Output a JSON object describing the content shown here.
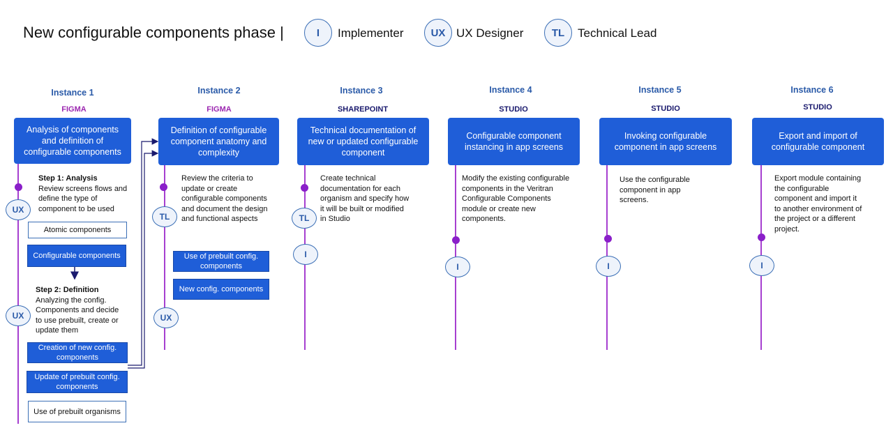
{
  "title": "New configurable components phase |",
  "legend": [
    {
      "abbr": "I",
      "label": "Implementer"
    },
    {
      "abbr": "UX",
      "label": "UX Designer"
    },
    {
      "abbr": "TL",
      "label": "Technical Lead"
    }
  ],
  "instances": [
    {
      "title": "Instance 1",
      "tool": "FIGMA",
      "box": "Analysis of components and definition of configurable components",
      "step1_title": "Step 1: Analysis",
      "step1_text": "Review screens flows and define the type of component to be used",
      "opt_atomic": "Atomic components",
      "opt_configurable": "Configurable components",
      "step2_title": "Step  2: Definition",
      "step2_text": "Analyzing the config. Components and decide to use prebuilt, create or update them",
      "opt_creation": "Creation of new config. components",
      "opt_update": "Update of prebuilt config. components",
      "opt_prebuilt_org": "Use of prebuilt  organisms",
      "roles": [
        "UX",
        "UX"
      ]
    },
    {
      "title": "Instance 2",
      "tool": "FIGMA",
      "box": "Definition of configurable component  anatomy and complexity",
      "text": "Review the criteria to update or create configurable components and document the design and functional aspects",
      "opt_prebuilt": "Use of prebuilt  config. components",
      "opt_new": "New config. components",
      "roles": [
        "TL",
        "UX"
      ]
    },
    {
      "title": "Instance 3",
      "tool": "SHAREPOINT",
      "box": "Technical documentation of new or updated configurable component",
      "text": "Create technical documentation for each organism and specify how it will be built or modified in Studio",
      "roles": [
        "TL",
        "I"
      ]
    },
    {
      "title": "Instance 4",
      "tool": "STUDIO",
      "box": "Configurable component instancing  in app screens",
      "text": "Modify the existing configurable components in the Veritran Configurable Components module or create new components.",
      "roles": [
        "I"
      ]
    },
    {
      "title": "Instance 5",
      "tool": "STUDIO",
      "box": "Invoking configurable component in app screens",
      "text": "Use the configurable component in app screens.",
      "roles": [
        "I"
      ]
    },
    {
      "title": "Instance 6",
      "tool": "STUDIO",
      "box": "Export and import of configurable component",
      "text": "Export module containing the configurable component and import it to another environment of the project or a different project.",
      "roles": [
        "I"
      ]
    }
  ],
  "colors": {
    "box_blue": "#1f5ed8",
    "line_purple": "#a63fd0",
    "figma": "#9b27b0",
    "studio": "#1a1a6e",
    "instance_title": "#2a5aa8"
  }
}
